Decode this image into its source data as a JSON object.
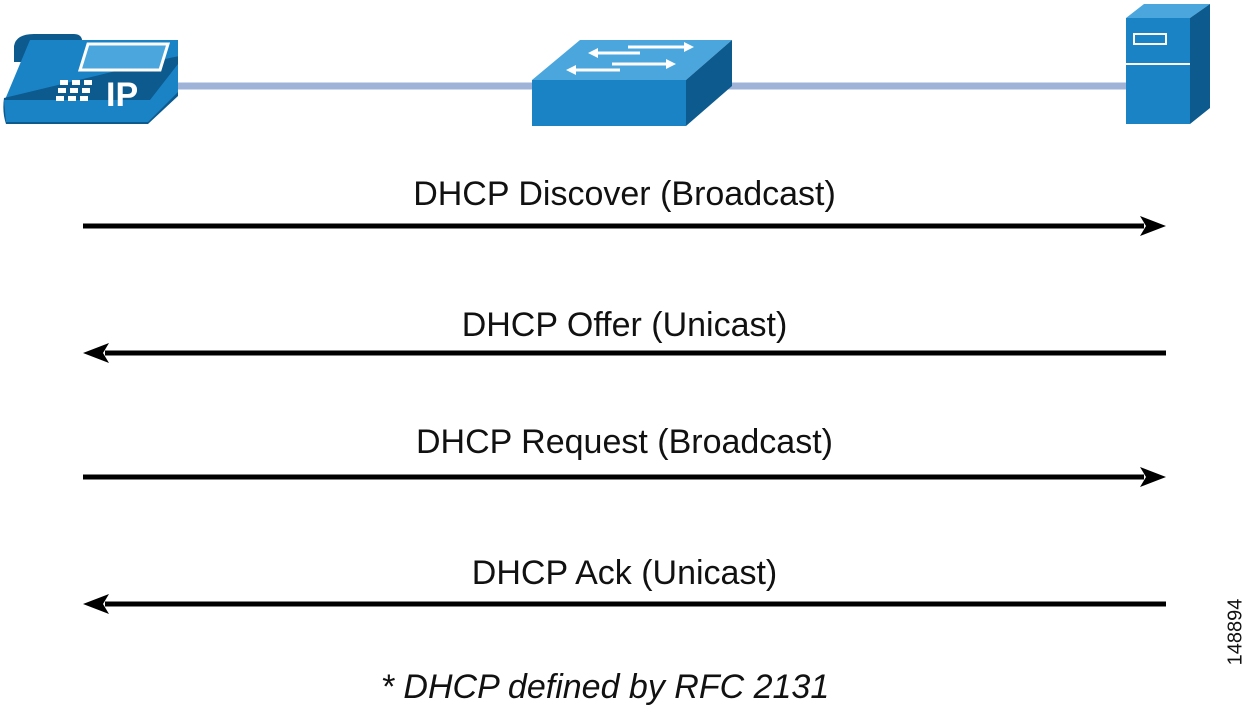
{
  "colors": {
    "device_blue": "#1a83c6",
    "device_dark": "#0c5a8e",
    "device_light": "#4aa6dd",
    "link_line": "#9fb3d8",
    "arrow": "#000000"
  },
  "nodes": [
    {
      "id": "ip-phone",
      "icon": "ip-phone-icon",
      "label": "IP"
    },
    {
      "id": "switch",
      "icon": "switch-icon"
    },
    {
      "id": "server",
      "icon": "server-icon"
    }
  ],
  "messages": [
    {
      "label": "DHCP Discover (Broadcast)",
      "direction": "right"
    },
    {
      "label": "DHCP Offer (Unicast)",
      "direction": "left"
    },
    {
      "label": "DHCP Request (Broadcast)",
      "direction": "right"
    },
    {
      "label": "DHCP Ack (Unicast)",
      "direction": "left"
    }
  ],
  "note": "* DHCP defined by RFC 2131",
  "figure_id": "148894"
}
